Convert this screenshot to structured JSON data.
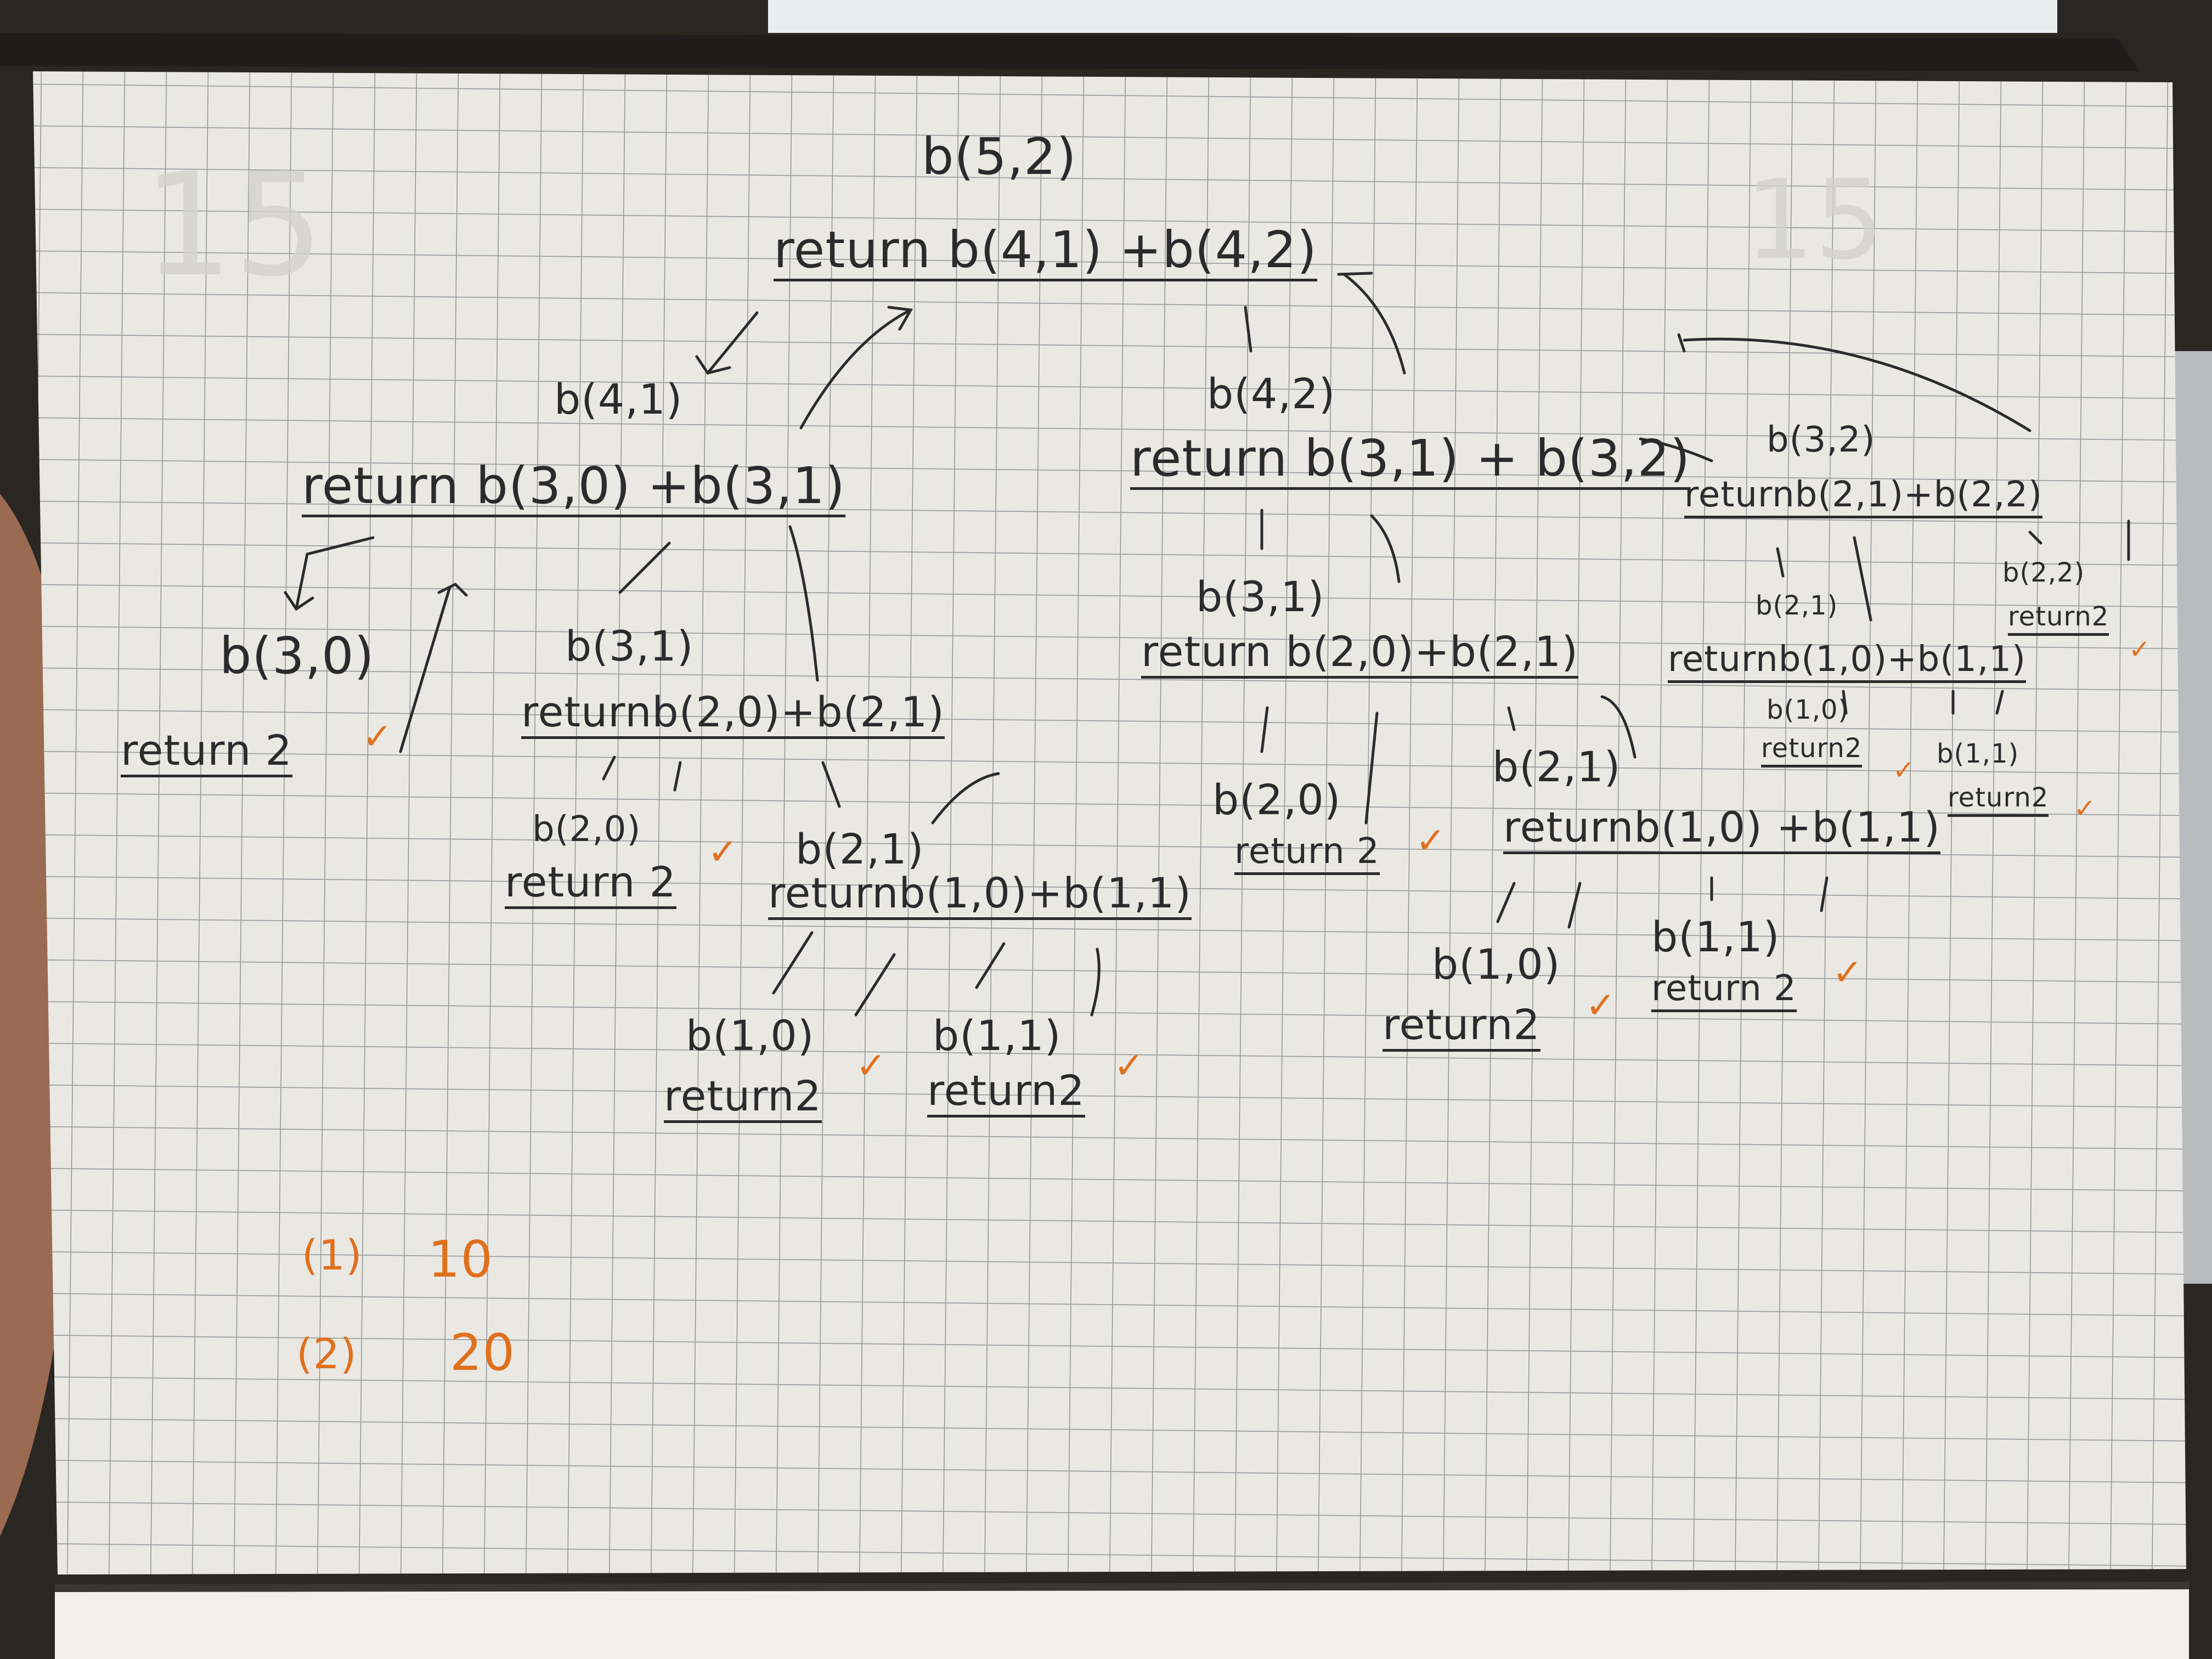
{
  "notebook": {
    "root_call": "b(5,2)",
    "root_return": "return b(4,1) +b(4,2)",
    "left": {
      "call": "b(4,1)",
      "return": "return b(3,0) +b(3,1)",
      "b30_call": "b(3,0)",
      "b30_return": "return 2",
      "b31_call": "b(3,1)",
      "b31_return": "returnb(2,0)+b(2,1)",
      "b20_call": "b(2,0)",
      "b20_return": "return 2",
      "b21_call": "b(2,1)",
      "b21_return": "returnb(1,0)+b(1,1)",
      "b10_call": "b(1,0)",
      "b10_return": "return2",
      "b11_call": "b(1,1)",
      "b11_return": "return2"
    },
    "middle": {
      "call": "b(4,2)",
      "return": "return b(3,1) + b(3,2)",
      "b31_call": "b(3,1)",
      "b31_return": "return b(2,0)+b(2,1)",
      "b20_call": "b(2,0)",
      "b20_return": "return 2",
      "b21_call": "b(2,1)",
      "b21_return": "returnb(1,0) +b(1,1)",
      "b10_call": "b(1,0)",
      "b10_return": "return2",
      "b11_call": "b(1,1)",
      "b11_return": "return 2"
    },
    "right": {
      "call": "b(3,2)",
      "return": "returnb(2,1)+b(2,2)",
      "b21_call": "b(2,1)",
      "b21_return": "returnb(1,0)+b(1,1)",
      "b10_call": "b(1,0)",
      "b10_return": "return2",
      "b11_call": "b(1,1)",
      "b11_return": "return2",
      "b22_call": "b(2,2)",
      "b22_return": "return2"
    },
    "answers": [
      {
        "label": "(1)",
        "value": "10"
      },
      {
        "label": "(2)",
        "value": "20"
      }
    ],
    "check_mark": "✓",
    "colors": {
      "ink": "#2b2b2e",
      "marker": "#e0701e",
      "paper": "#e9e8e3",
      "grid": "#8f9296"
    }
  }
}
